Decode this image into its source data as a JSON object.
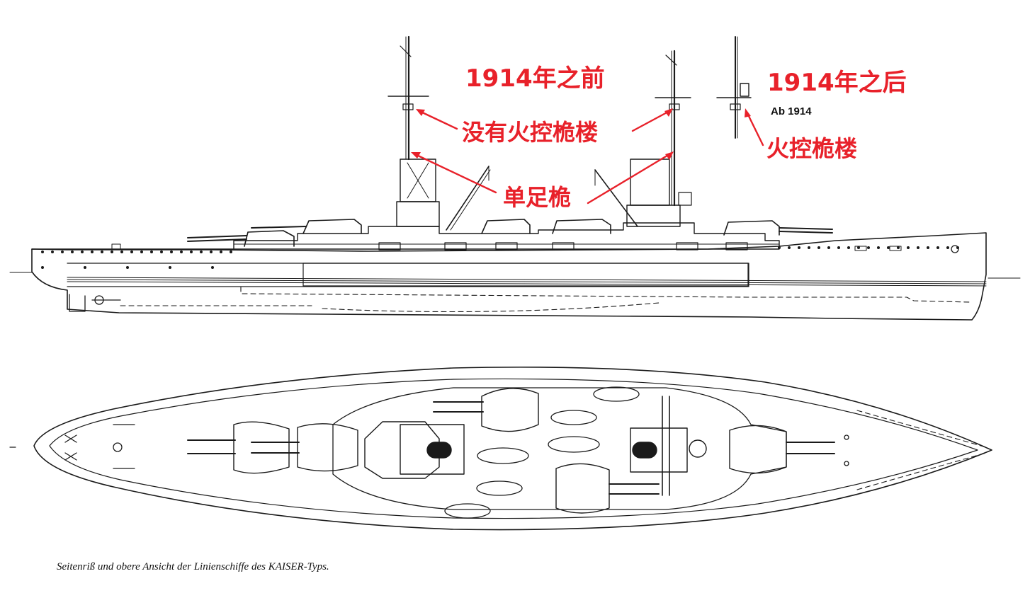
{
  "labels": {
    "before_1914": "1914年之前",
    "after_1914": "1914年之后",
    "no_fire_control_top": "没有火控桅楼",
    "fire_control_top": "火控桅楼",
    "pole_mast": "单足桅",
    "ab_1914": "Ab 1914"
  },
  "caption": "Seitenriß und obere Ansicht der Linienschiffe des KAISER-Typs.",
  "colors": {
    "annotation": "#e8212a",
    "line_art": "#1a1a1a",
    "background": "#ffffff"
  }
}
